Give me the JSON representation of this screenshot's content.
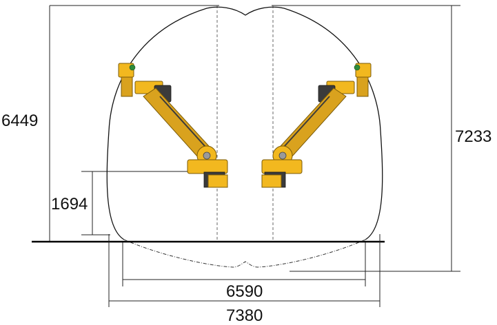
{
  "dimensions": {
    "left_height": "6449",
    "right_height": "7233",
    "inner_height": "1694",
    "inner_width": "6590",
    "outer_width": "7380"
  },
  "colors": {
    "boom_yellow": "#f2b81f",
    "boom_dark_yellow": "#d9a21e",
    "drill_dark": "#3b3b3b",
    "sensor_green": "#2e8b3a",
    "line": "#111111"
  }
}
